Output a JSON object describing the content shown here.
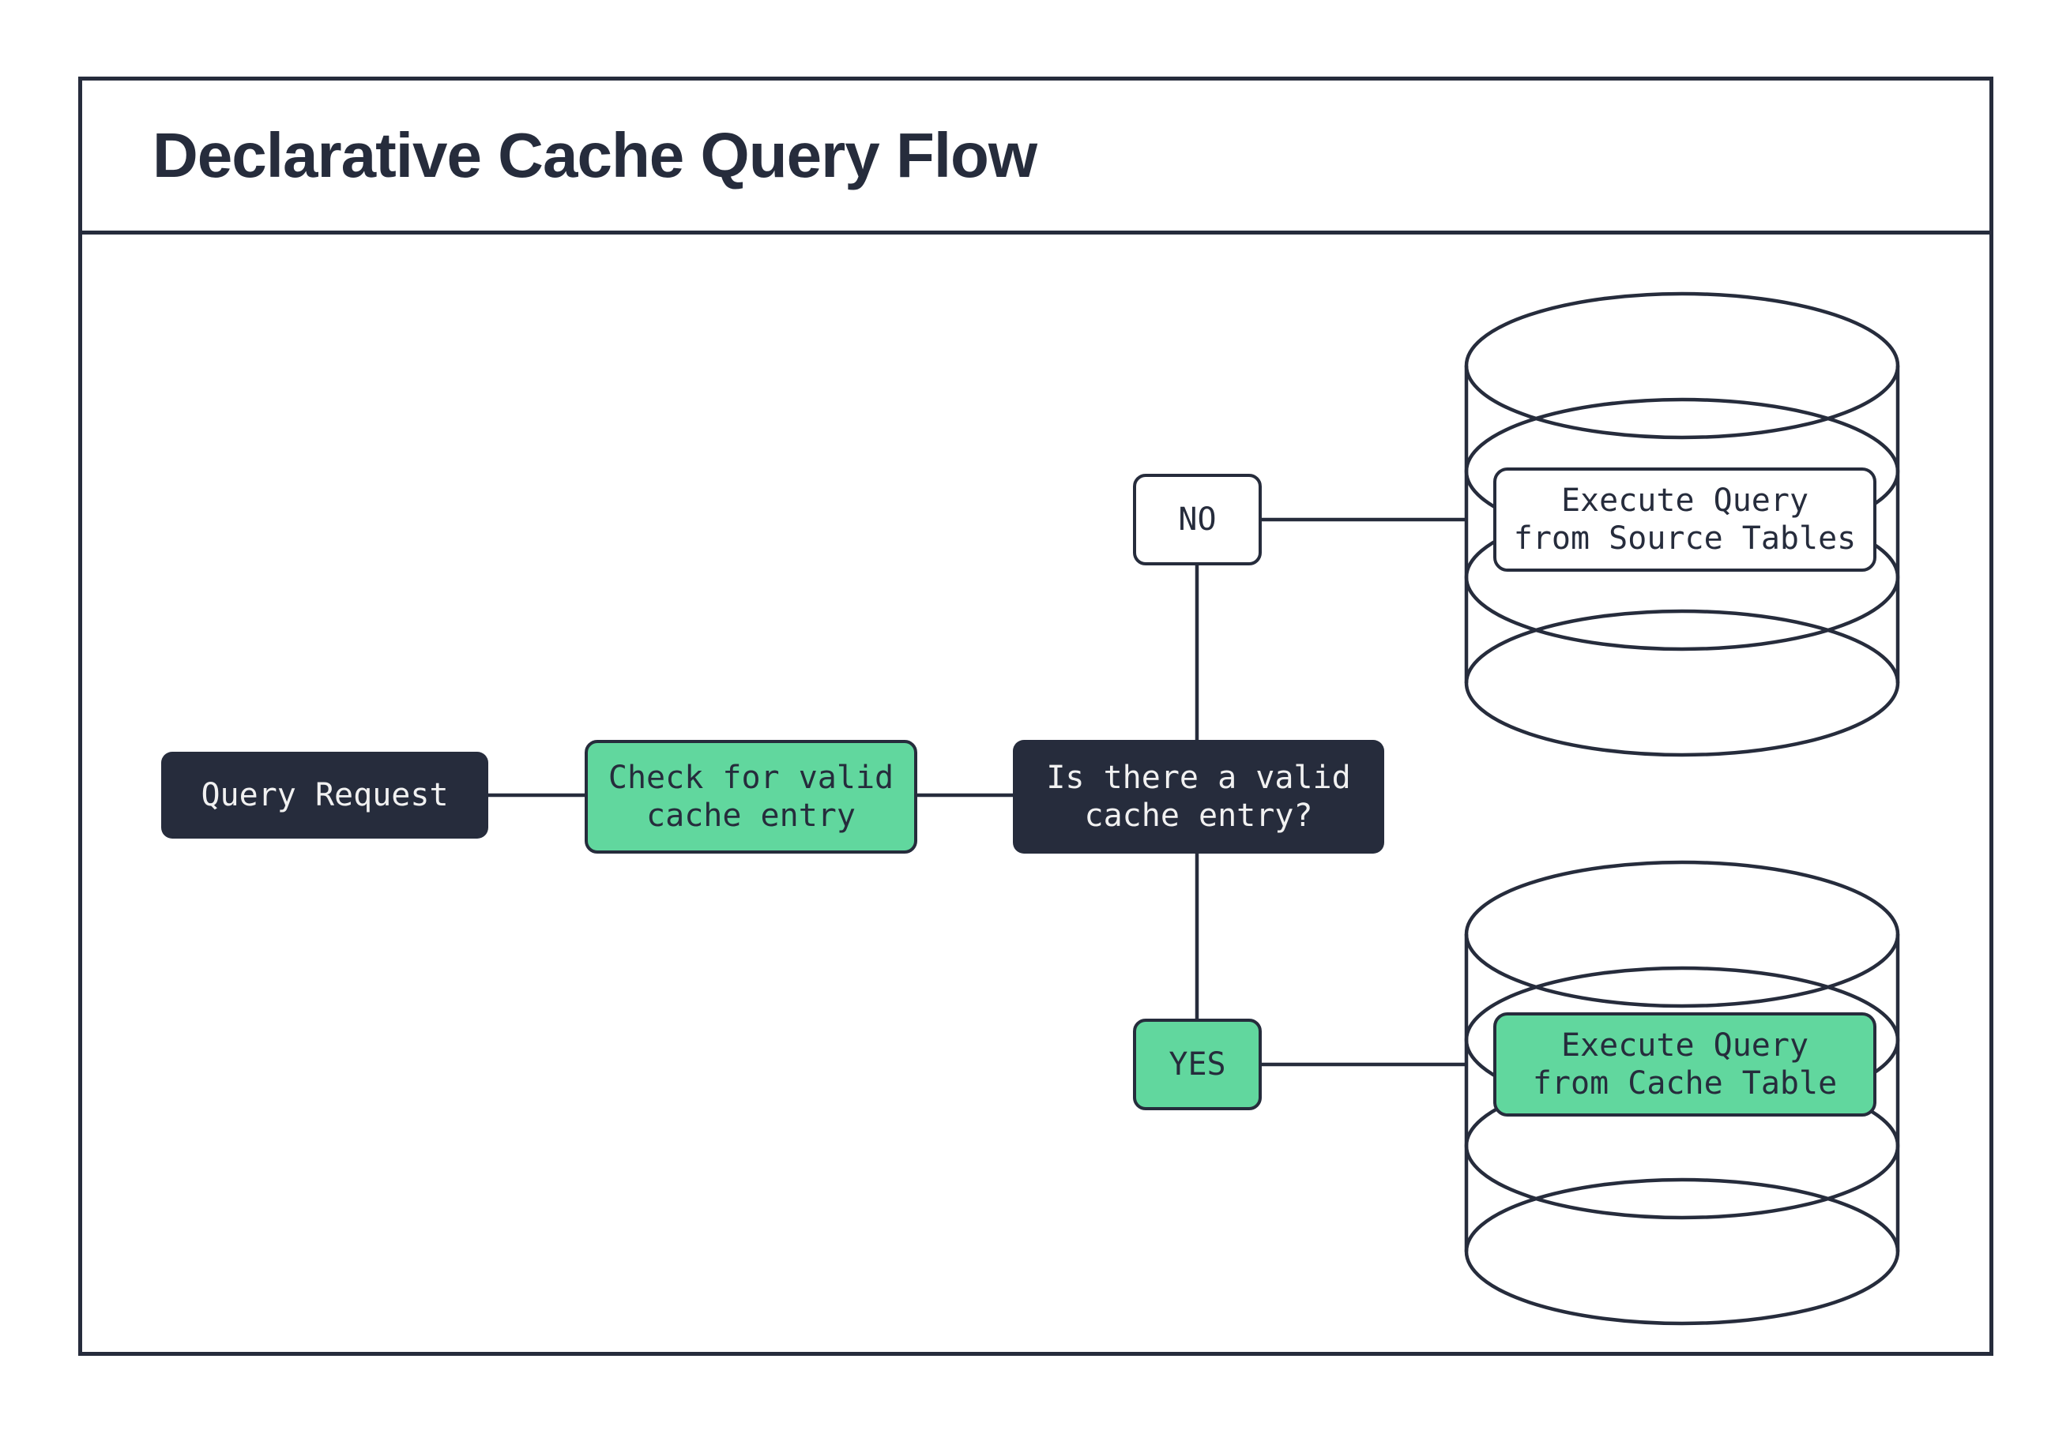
{
  "title": "Declarative Cache Query Flow",
  "colors": {
    "ink": "#262c3c",
    "green": "#61d79e",
    "light_text": "#f1f1f1",
    "node_light_bg": "#ffffff"
  },
  "nodes": {
    "query_request": {
      "label": "Query Request"
    },
    "check_cache": {
      "lines": [
        "Check for valid",
        "cache entry"
      ]
    },
    "decision": {
      "lines": [
        "Is there a valid",
        "cache entry?"
      ]
    },
    "branch_no": {
      "label": "NO"
    },
    "branch_yes": {
      "label": "YES"
    },
    "source_db_action": {
      "lines": [
        "Execute Query",
        "from Source Tables"
      ]
    },
    "cache_db_action": {
      "lines": [
        "Execute Query",
        "from Cache Table"
      ]
    }
  }
}
